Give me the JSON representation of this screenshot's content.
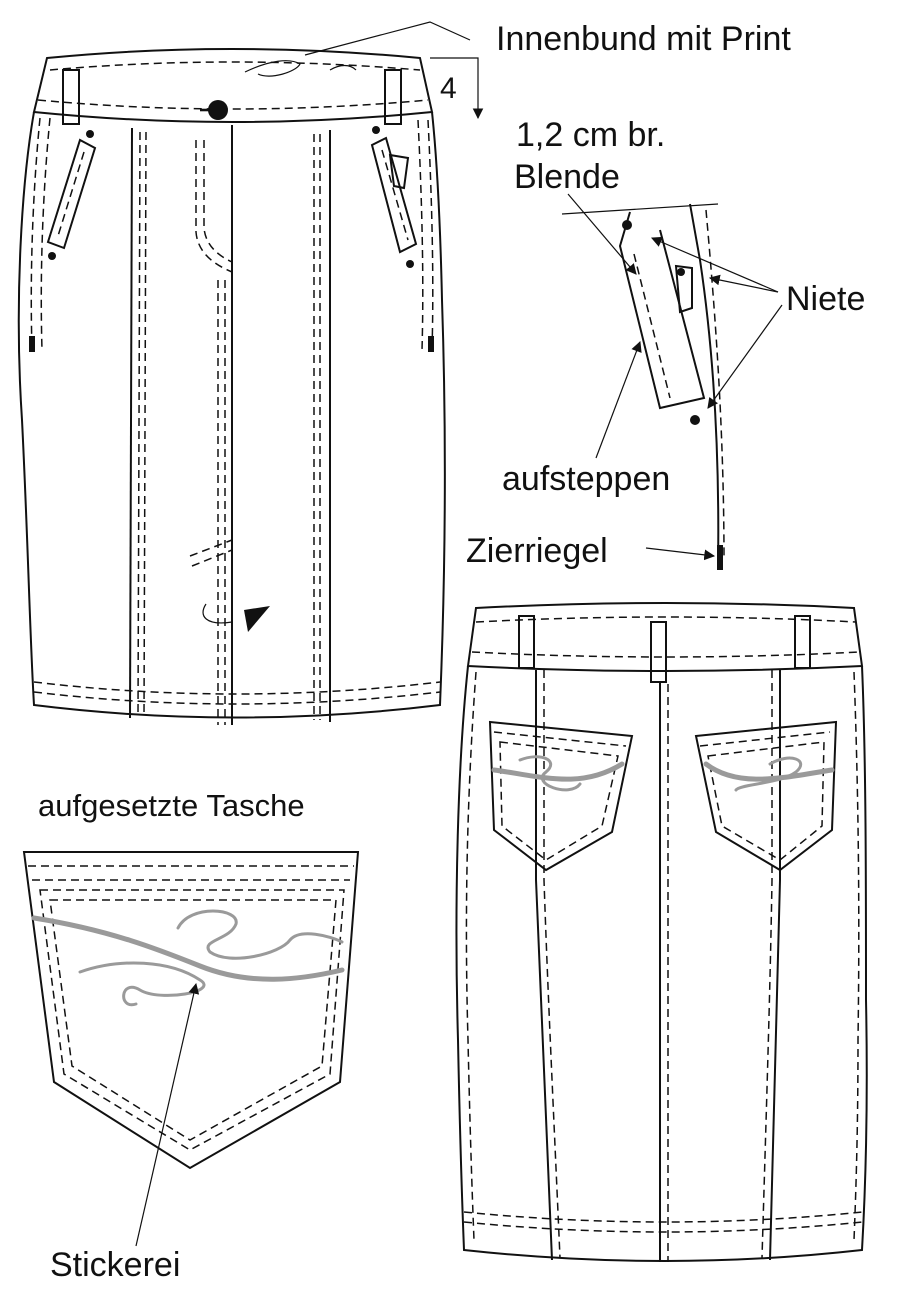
{
  "labels": {
    "inner_waistband": "Innenbund mit Print",
    "size_marker": "4",
    "facing_width_line1": "1,2 cm br.",
    "facing_width_line2": "Blende",
    "rivets": "Niete",
    "topstitch": "aufsteppen",
    "decorative_bartack": "Zierriegel",
    "patch_pocket": "aufgesetzte Tasche",
    "embroidery": "Stickerei"
  },
  "colors": {
    "line": "#111111",
    "embroidery": "#9a9a9a",
    "background": "#ffffff"
  },
  "icons": [
    "arrow-head",
    "rivet-dot",
    "button-icon"
  ]
}
